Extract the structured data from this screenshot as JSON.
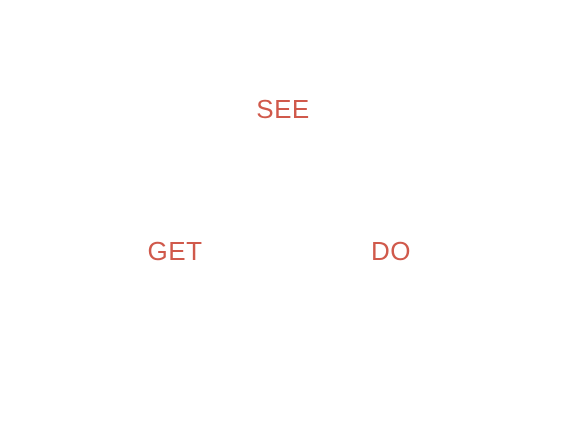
{
  "colors": {
    "label": "#d0594b",
    "background": "#ffffff"
  },
  "diagram": {
    "nodes": [
      {
        "label": "SEE"
      },
      {
        "label": "GET"
      },
      {
        "label": "DO"
      }
    ]
  }
}
